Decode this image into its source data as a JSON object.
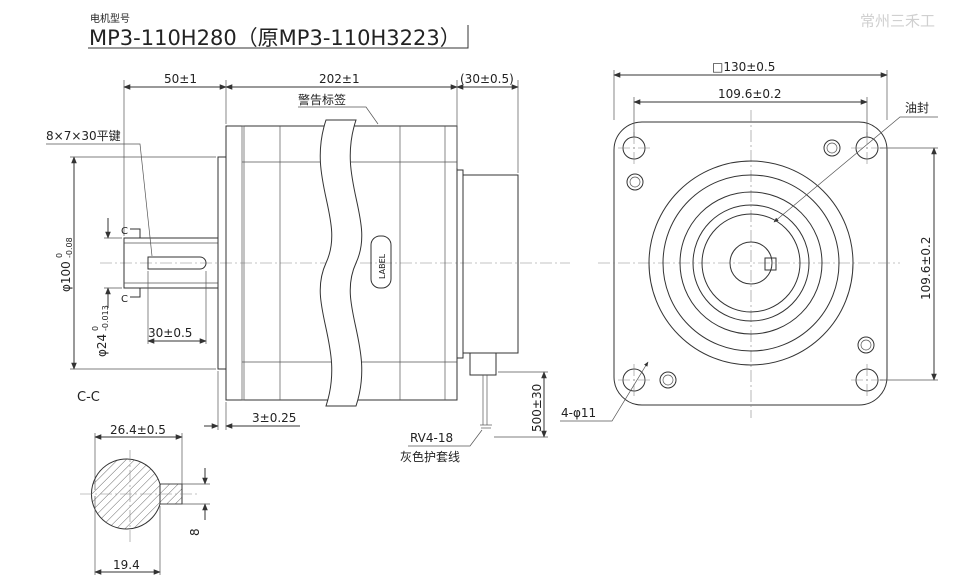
{
  "header": {
    "caption": "电机型号",
    "model": "MP3-110H280（原MP3-110H3223）"
  },
  "watermark": "常州三禾工",
  "side_view": {
    "dim_shaft_len": "50±1",
    "dim_body_len": "202±1",
    "dim_rear_len": "(30±0.5)",
    "warning_label": "警告标签",
    "key_label": "8×7×30平键",
    "section_mark": "C",
    "dia_flange_main": "φ100",
    "dia_flange_tol_upper": "0",
    "dia_flange_tol_lower": "-0.08",
    "dia_shaft_main": "φ24",
    "dia_shaft_tol_upper": "0",
    "dia_shaft_tol_lower": "-0.013",
    "dim_key_len": "30±0.5",
    "dim_flange_thick": "3±0.25",
    "body_label": "LABEL",
    "cable_len": "500±30",
    "terminal": "RV4-18",
    "sleeve": "灰色护套线"
  },
  "section": {
    "title": "C-C",
    "dim_top": "26.4±0.5",
    "dim_bottom": "19.4",
    "dim_key_w": "8"
  },
  "front_view": {
    "dim_square": "□130±0.5",
    "dim_pitch_h": "109.6±0.2",
    "dim_pitch_v": "109.6±0.2",
    "oil_seal": "油封",
    "holes": "4-φ11"
  }
}
